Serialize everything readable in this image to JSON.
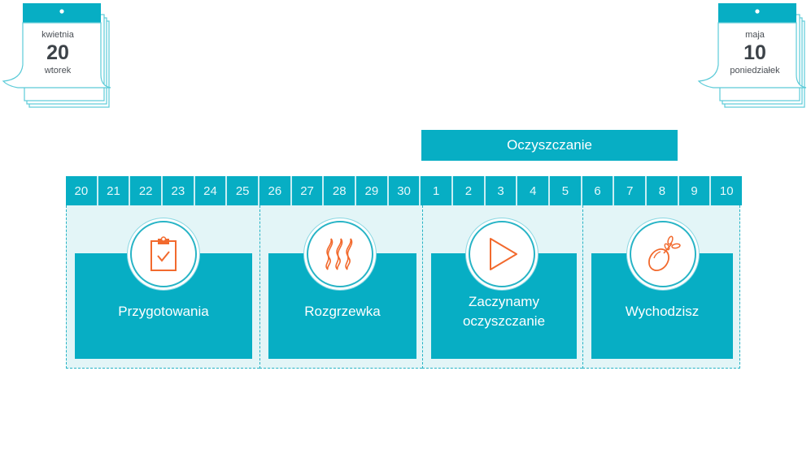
{
  "start_date": {
    "month": "kwietnia",
    "day": "20",
    "weekday": "wtorek"
  },
  "end_date": {
    "month": "maja",
    "day": "10",
    "weekday": "poniedziałek"
  },
  "phase_label": "Oczyszczanie",
  "days": [
    "20",
    "21",
    "22",
    "23",
    "24",
    "25",
    "26",
    "27",
    "28",
    "29",
    "30",
    "1",
    "2",
    "3",
    "4",
    "5",
    "6",
    "7",
    "8",
    "9",
    "10"
  ],
  "stages": [
    {
      "label": "Przygotowania",
      "icon": "clipboard-check-icon"
    },
    {
      "label": "Rozgrzewka",
      "icon": "heat-waves-icon"
    },
    {
      "label": "Zaczynamy oczyszczanie",
      "icon": "play-icon"
    },
    {
      "label": "Wychodzisz",
      "icon": "fruit-sprout-icon"
    }
  ],
  "colors": {
    "teal": "#07aec4",
    "panel_bg": "#e3f5f7",
    "icon_orange": "#f26a2e",
    "text_dark": "#3d4349"
  }
}
